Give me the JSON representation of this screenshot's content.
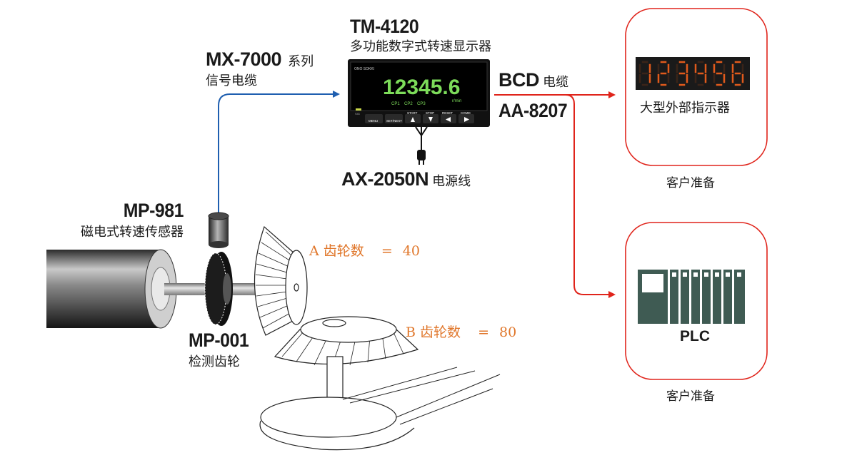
{
  "display": {
    "model": "TM-4120",
    "desc": "多功能数字式转速显示器",
    "brand": "ONO SOKKI",
    "reading": "12345.6",
    "unit": "r/min",
    "cp_labels": [
      "CP1",
      "CP2",
      "CP3"
    ],
    "sig_label": "SIG",
    "buttons": [
      "MENU",
      "SET/NEXT",
      "START",
      "STOP",
      "RESET",
      "COMD"
    ]
  },
  "signal_cable": {
    "model": "MX-7000",
    "suffix": "系列",
    "desc": "信号电缆"
  },
  "bcd_cable": {
    "model": "BCD",
    "suffix": "电缆",
    "part": "AA-8207"
  },
  "power_cable": {
    "model": "AX-2050N",
    "suffix": "电源线"
  },
  "sensor": {
    "model": "MP-981",
    "desc": "磁电式转速传感器"
  },
  "gear": {
    "model": "MP-001",
    "desc": "检测齿轮"
  },
  "gear_a": {
    "label": "A  齿轮数",
    "eq": "=",
    "value": "40"
  },
  "gear_b": {
    "label": "B  齿轮数",
    "eq": "=",
    "value": "80"
  },
  "external_indicator": {
    "digits": "123456",
    "label": "大型外部指示器",
    "caption": "客户准备"
  },
  "plc": {
    "label": "PLC",
    "caption": "客户准备"
  },
  "colors": {
    "signal_line": "#1f5fb0",
    "bcd_line": "#e0241b",
    "box_border": "#e0241b",
    "gear_text": "#e0762a",
    "display_digits": "#7ddc5a",
    "seg_digits": "#e05a1c"
  }
}
